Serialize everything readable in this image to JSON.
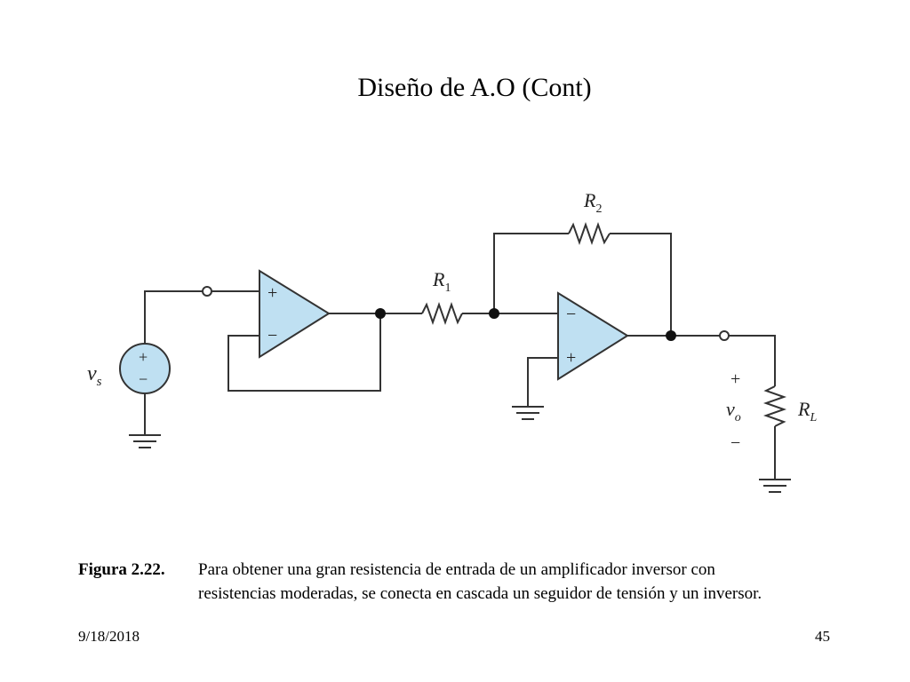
{
  "slide": {
    "title": "Diseño de A.O (Cont)",
    "caption_label": "Figura 2.22.",
    "caption_line1": "Para obtener una gran resistencia de entrada de un amplificador inversor con",
    "caption_line2": "resistencias moderadas, se conecta en cascada un seguidor de tensión y un inversor.",
    "date": "9/18/2018",
    "page_number": "45"
  },
  "circuit": {
    "vs_label": {
      "main": "v",
      "sub": "s"
    },
    "r1_label": {
      "main": "R",
      "sub": "1"
    },
    "r2_label": {
      "main": "R",
      "sub": "2"
    },
    "rl_label": {
      "main": "R",
      "sub": "L"
    },
    "vo_label": {
      "main": "v",
      "sub": "o"
    },
    "plus_sign": "+",
    "minus_sign": "−",
    "opamp_fill": "#bfe0f2",
    "line_color": "#333333"
  }
}
